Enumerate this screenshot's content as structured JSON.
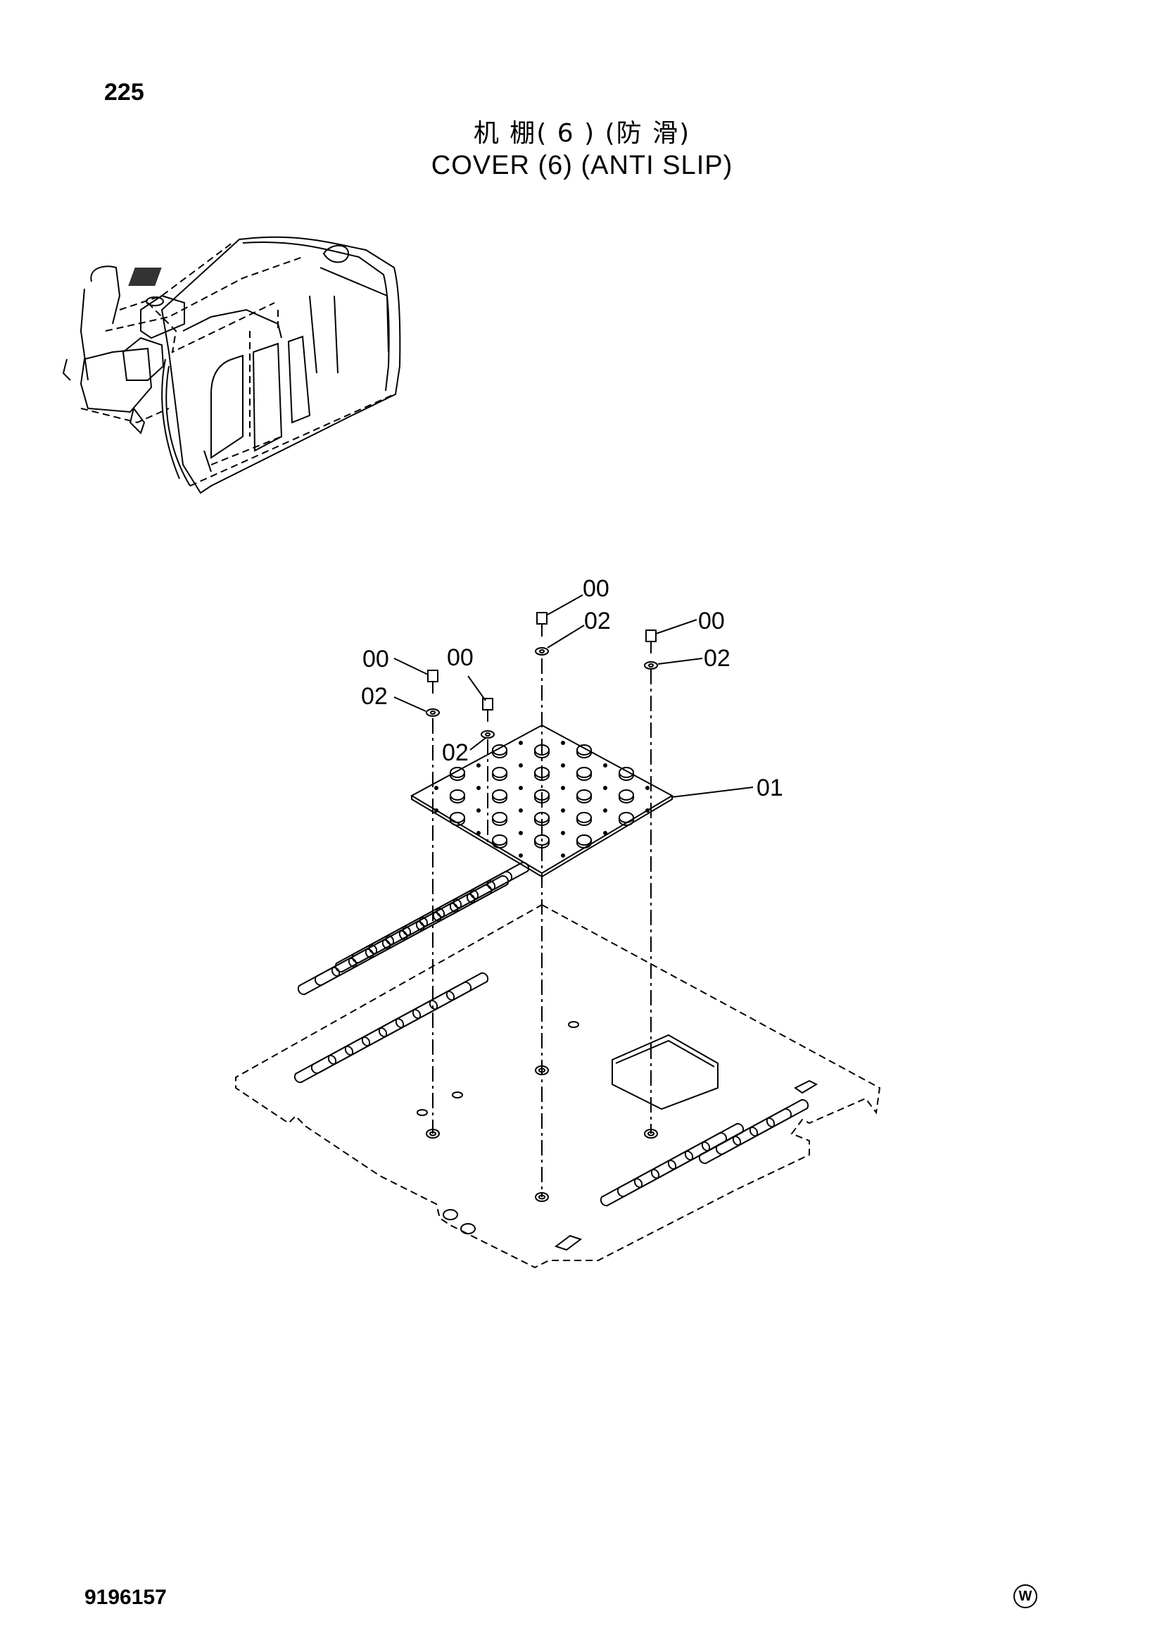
{
  "header": {
    "page_number": "225",
    "title_cn": "机 棚( 6 ) (防 滑)",
    "title_en": "COVER (6) (ANTI SLIP)"
  },
  "footer": {
    "doc_number": "9196157",
    "mark": "W"
  },
  "callouts": {
    "c1": "00",
    "c2": "02",
    "c3": "00",
    "c4": "02",
    "c5": "00",
    "c6": "02",
    "c7": "00",
    "c8": "02",
    "c9": "01"
  }
}
